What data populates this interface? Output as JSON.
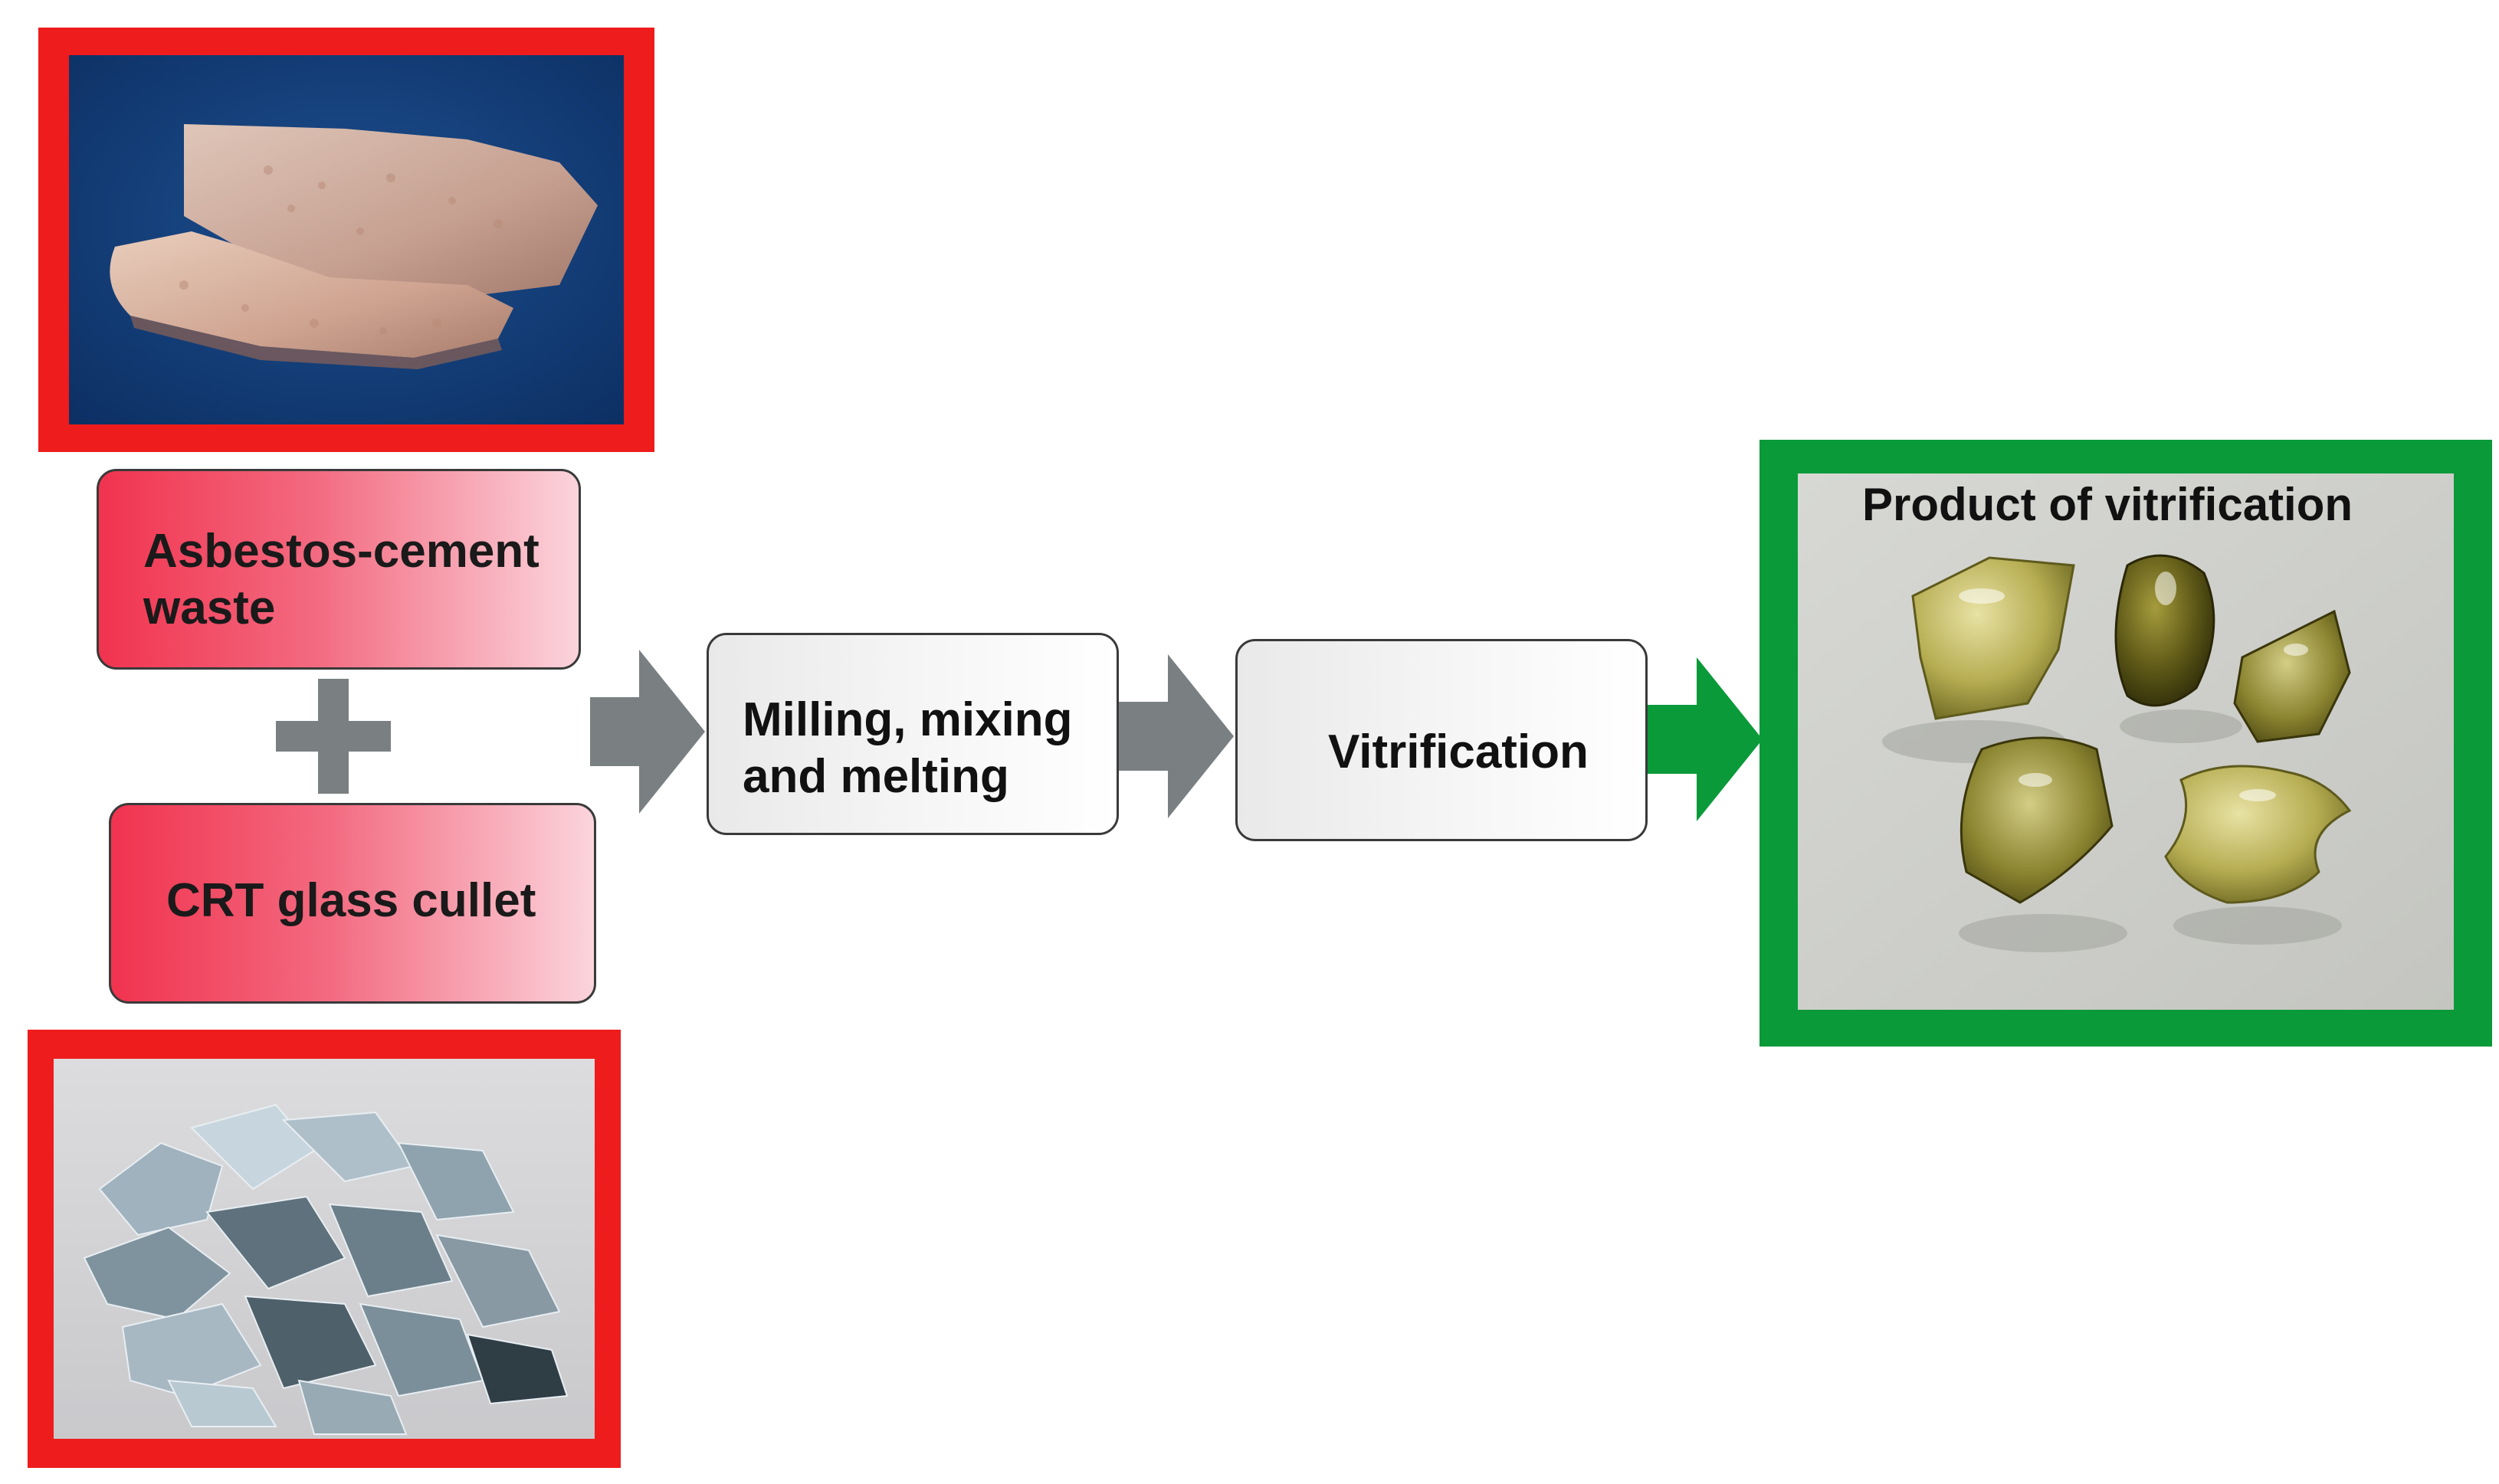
{
  "inputs": {
    "asbestos": {
      "label_line1": "Asbestos-cement",
      "label_line2": "waste"
    },
    "crt": {
      "label": "CRT glass cullet"
    }
  },
  "process": {
    "step1": {
      "label_line1": "Milling, mixing",
      "label_line2": "and melting"
    },
    "step2": {
      "label": "Vitrification"
    }
  },
  "product": {
    "title": "Product of vitrification"
  },
  "icons": {
    "plus": "plus-icon",
    "arrow": "arrow-right-icon"
  },
  "colors": {
    "input_frame": "#ee1c1c",
    "product_frame": "#0a9a3a",
    "arrow_grey": "#7a8082",
    "arrow_green": "#0a9a3a",
    "input_box_start": "#f1334f",
    "input_box_end": "#fbd4dc"
  }
}
